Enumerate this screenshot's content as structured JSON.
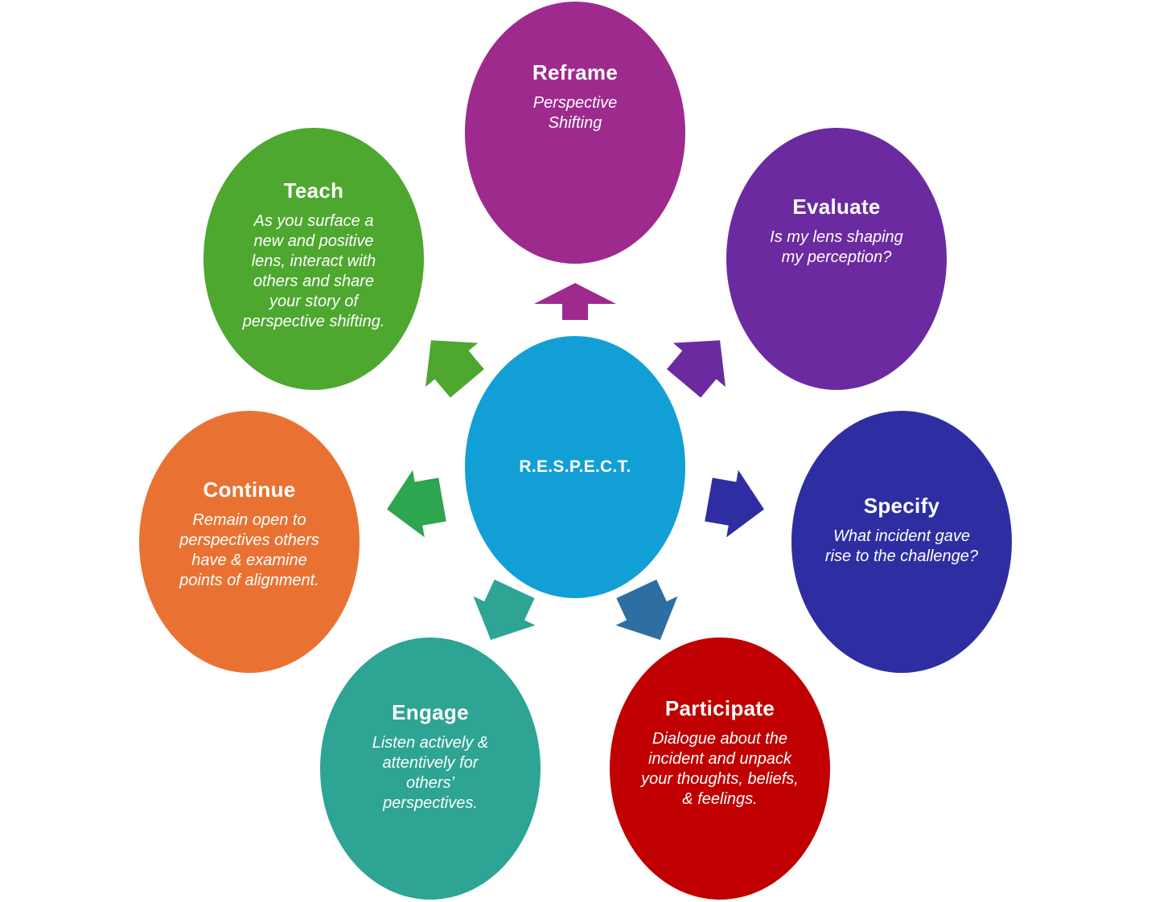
{
  "center": {
    "title": "R.E.S.P.E.C.T.",
    "color": "#129FD6"
  },
  "nodes": [
    {
      "title": "Reframe",
      "desc": "Perspective Shifting",
      "color": "#9E2A8E",
      "arrow": "#9E2A8E"
    },
    {
      "title": "Evaluate",
      "desc": "Is my lens shaping my perception?",
      "color": "#6C2AA0",
      "arrow": "#6C2AA0"
    },
    {
      "title": "Specify",
      "desc": "What incident gave rise to the challenge?",
      "color": "#2E2EA2",
      "arrow": "#2E2EA2"
    },
    {
      "title": "Participate",
      "desc": "Dialogue about the incident and unpack your thoughts, beliefs, & feelings.",
      "color": "#C00000",
      "arrow": "#2D6FA3"
    },
    {
      "title": "Engage",
      "desc": "Listen actively & attentively for others’ perspectives.",
      "color": "#2DA494",
      "arrow": "#2DA494"
    },
    {
      "title": "Continue",
      "desc": "Remain open to perspectives others have & examine points of alignment.",
      "color": "#E97233",
      "arrow": "#2EA54F"
    },
    {
      "title": "Teach",
      "desc": "As you surface a new and positive lens, interact with others and share your story of perspective shifting.",
      "color": "#4EA72F",
      "arrow": "#4EA72F"
    }
  ]
}
